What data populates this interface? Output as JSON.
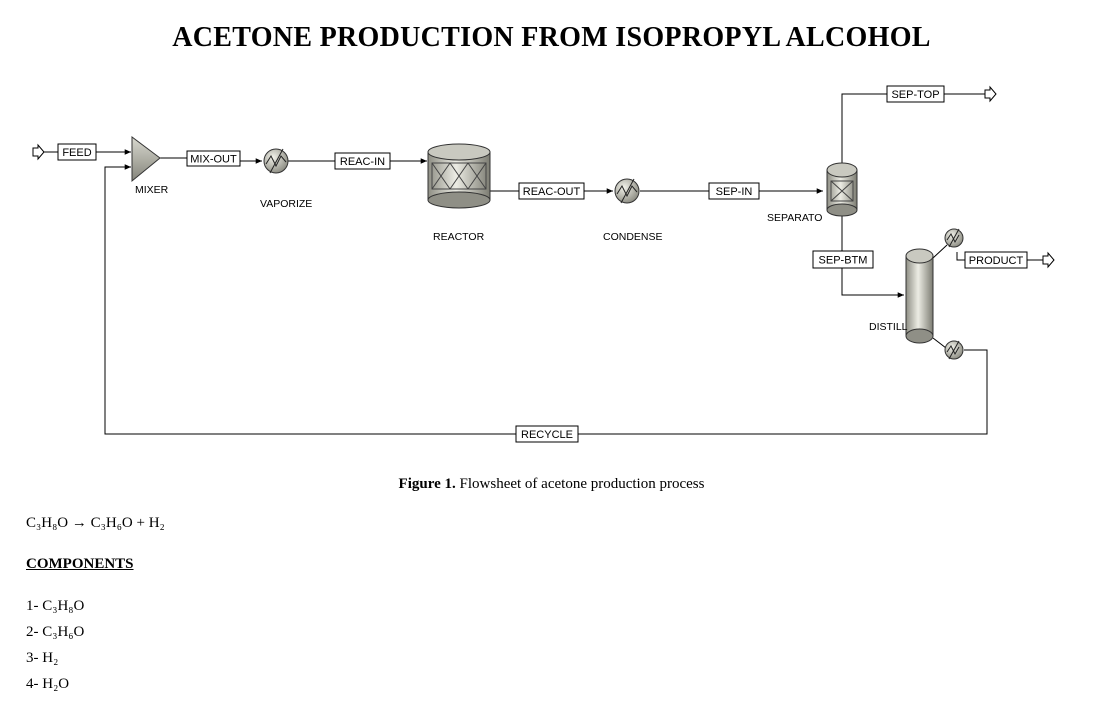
{
  "title": "ACETONE PRODUCTION FROM ISOPROPYL ALCOHOL",
  "streams": {
    "feed": "FEED",
    "mix_out": "MIX-OUT",
    "reac_in": "REAC-IN",
    "reac_out": "REAC-OUT",
    "sep_in": "SEP-IN",
    "sep_top": "SEP-TOP",
    "sep_btm": "SEP-BTM",
    "product": "PRODUCT",
    "recycle": "RECYCLE"
  },
  "units": {
    "mixer": "MIXER",
    "vaporize": "VAPORIZE",
    "reactor": "REACTOR",
    "condense": "CONDENSE",
    "separator": "SEPARATO",
    "distill": "DISTILL"
  },
  "caption": {
    "label": "Figure 1.",
    "text": " Flowsheet of acetone production process"
  },
  "reaction": "C₃H₈O  →  C₃H₆O +  H₂",
  "components": {
    "heading": "COMPONENTS",
    "items": [
      "1-  C₃H₈O",
      "2-  C₃H₆O",
      "3-  H₂",
      "4-  H₂O"
    ]
  }
}
